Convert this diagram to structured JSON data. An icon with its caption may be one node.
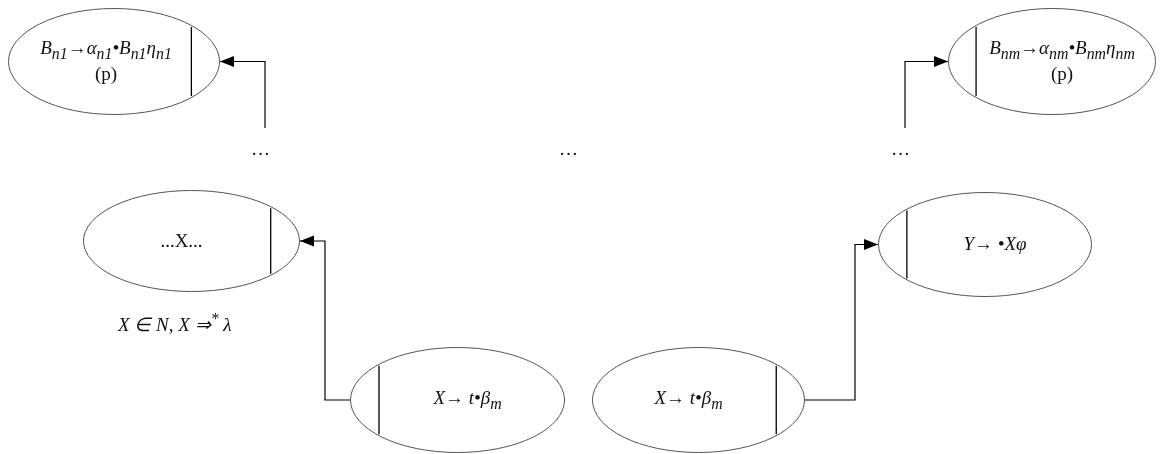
{
  "diagram": {
    "nodes": [
      {
        "text": [
          "B$_{n1}$→α$_{n1}$•B$_{n1}$η$_{n1}$",
          "(p)"
        ]
      },
      {
        "text": [
          "B$_{nm}$→α$_{nm}$•B$_{nm}$η$_{nm}$",
          "(p)"
        ]
      },
      {
        "text": [
          "...X..."
        ],
        "beside": [
          "X ∈ N, X ⇒$^{*}$ λ"
        ]
      },
      {
        "text": [
          "Y→ •Xφ"
        ]
      },
      {
        "text": [
          "X→ t•β$_{m}$"
        ]
      },
      {
        "text": [
          "X→ t•β$_{m}$"
        ]
      }
    ],
    "edges": [
      {
        "from": 4,
        "to": 2,
        "arrow": "to"
      },
      {
        "from": 5,
        "to": 3,
        "arrow": "to"
      },
      {
        "from": null,
        "to": 0,
        "arrow": "to"
      },
      {
        "from": null,
        "to": 1,
        "arrow": "to"
      }
    ],
    "labels": [
      "…",
      "…",
      "…"
    ]
  }
}
